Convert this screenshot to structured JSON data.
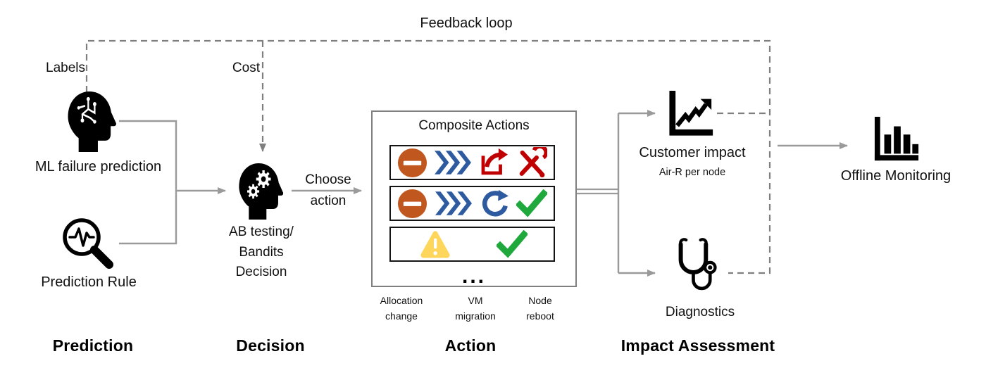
{
  "feedback_loop_label": "Feedback loop",
  "annotations": {
    "labels": "Labels",
    "cost": "Cost",
    "choose_action": "Choose action"
  },
  "prediction": {
    "ml_label": "ML failure prediction",
    "rule_label": "Prediction Rule",
    "stage_label": "Prediction",
    "icons": [
      "ml-brain-head-icon",
      "prediction-rule-magnifier-icon"
    ]
  },
  "decision": {
    "node_label": "AB testing/\nBandits\nDecision",
    "stage_label": "Decision",
    "icons": [
      "gears-head-icon"
    ]
  },
  "action": {
    "box_title": "Composite Actions",
    "rows": [
      {
        "icons": [
          "block-icon",
          "triple-chevron-icon",
          "live-migration-icon",
          "repair-tools-icon"
        ]
      },
      {
        "icons": [
          "block-icon",
          "triple-chevron-icon",
          "reboot-icon",
          "success-check-icon"
        ]
      },
      {
        "icons": [
          "warning-icon",
          "success-check-icon"
        ]
      }
    ],
    "ellipsis": "...",
    "footnotes": [
      "Allocation\nchange",
      "VM\nmigration",
      "Node\nreboot"
    ],
    "stage_label": "Action"
  },
  "impact": {
    "customer_impact_label": "Customer impact",
    "customer_impact_sub": "Air-R per node",
    "diagnostics_label": "Diagnostics",
    "stage_label": "Impact Assessment",
    "icons": [
      "trend-chart-icon",
      "stethoscope-icon"
    ]
  },
  "monitoring": {
    "offline_label": "Offline Monitoring",
    "icons": [
      "bar-chart-icon"
    ]
  },
  "colors": {
    "connector_gray": "#9a9a9a",
    "dash_gray": "#7f7f7f",
    "block_orange": "#c0571f",
    "chevron_blue": "#2e5b9f",
    "alert_red": "#c00000",
    "success_green": "#1fa83c",
    "warning_yellow": "#ffd65c"
  }
}
